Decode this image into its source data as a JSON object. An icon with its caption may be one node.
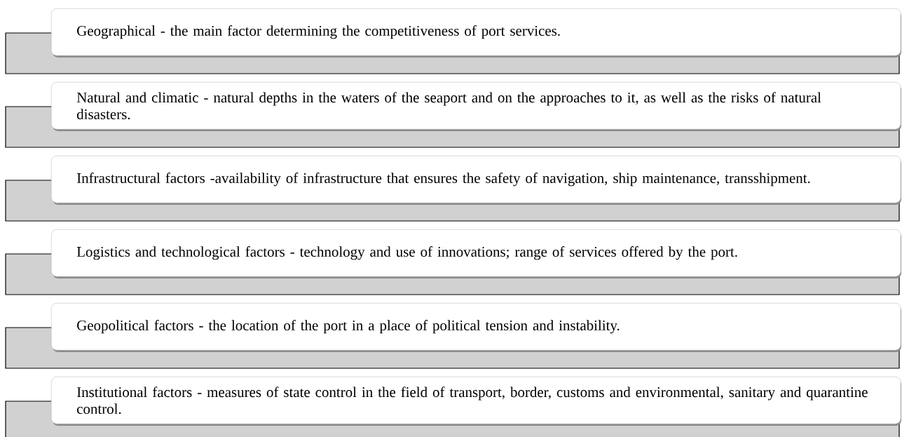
{
  "diagram": {
    "nodes": [
      {
        "text": [
          "Geographical - the main factor determining the competitiveness of port services."
        ]
      },
      {
        "text": [
          "Natural and climatic - natural depths in the waters of the seaport and on the approaches to it, as well as the risks of natural disasters."
        ]
      },
      {
        "text": [
          "Infrastructural factors -availability of infrastructure that ensures the safety of navigation, ship maintenance, transshipment."
        ]
      },
      {
        "text": [
          "Logistics and technological factors - technology and use of innovations; range of services offered by the port."
        ]
      },
      {
        "text": [
          "Geopolitical factors - the location of the port in a place of political tension and instability."
        ]
      },
      {
        "text": [
          "Institutional factors - measures of state control in the field of transport, border, customs and environmental, sanitary and quarantine control."
        ]
      }
    ]
  }
}
